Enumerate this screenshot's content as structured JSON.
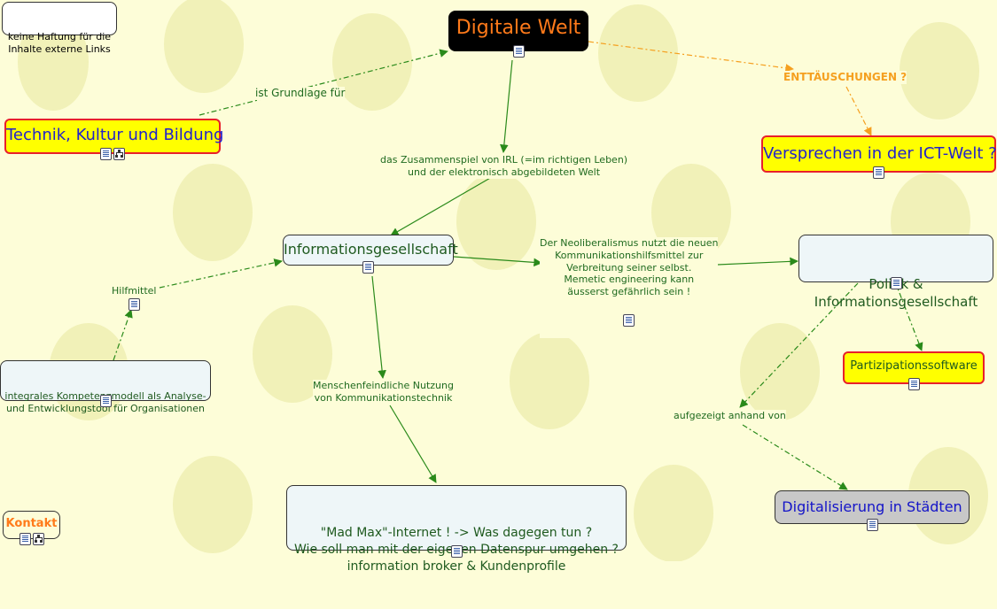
{
  "nodes": {
    "digitale_welt": {
      "label": "Digitale Welt"
    },
    "haftung": {
      "label": "keine Haftung für die\nInhalte externe Links"
    },
    "technik": {
      "label": "Technik, Kultur und Bildung"
    },
    "versprechen": {
      "label": "Versprechen in der ICT-Welt ?"
    },
    "infoges": {
      "label": "Informationsgesellschaft"
    },
    "politik": {
      "label": "Politik &\nInformationsgesellschaft"
    },
    "kompetenz": {
      "label": "integrales Kompetenzmodell als Analyse-\nund Entwicklungstool für Organisationen"
    },
    "partizipation": {
      "label": "Partizipationssoftware"
    },
    "madmax": {
      "label": "\"Mad Max\"-Internet ! -> Was dagegen tun ?\nWie soll man mit der eigenen Datenspur umgehen ?\ninformation broker & Kundenprofile"
    },
    "digital_staedte": {
      "label": "Digitalisierung in Städten"
    },
    "kontakt": {
      "label": "Kontakt"
    }
  },
  "links": {
    "grundlage": "ist Grundlage für",
    "enttaeuschungen": "ENTTÄUSCHUNGEN ?",
    "zusammenspiel": "das Zusammenspiel von IRL (=im richtigen Leben)\nund der elektronisch abgebildeten Welt",
    "neoliberalismus": "Der Neoliberalismus nutzt die neuen\nKommunikationshilfsmittel zur\nVerbreitung seiner selbst.\nMemetic engineering kann\näusserst gefährlich sein !",
    "hilfmittel": "Hilfmittel",
    "menschenfeindlich": "Menschenfeindliche Nutzung\nvon Kommunikationstechnik",
    "aufgezeigt": "aufgezeigt anhand von"
  },
  "colors": {
    "background": "#fdfdd8",
    "link_green": "#2a8a1a",
    "link_orange": "#f5a020",
    "node_border_red": "#e8202a",
    "yellow_fill": "#ffff00",
    "title_orange": "#ff7a1a",
    "blue_text": "#2222cc"
  },
  "icons": {
    "document": "document-icon",
    "submap": "concept-map-icon"
  }
}
